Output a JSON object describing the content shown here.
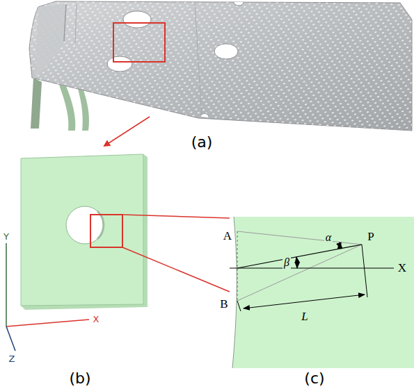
{
  "diagram": {
    "labels": [
      "(a)",
      "(b)",
      "(c)",
      "Y",
      "X",
      "Z",
      "A",
      "α",
      "P",
      "X",
      "β",
      "B",
      "L"
    ]
  }
}
